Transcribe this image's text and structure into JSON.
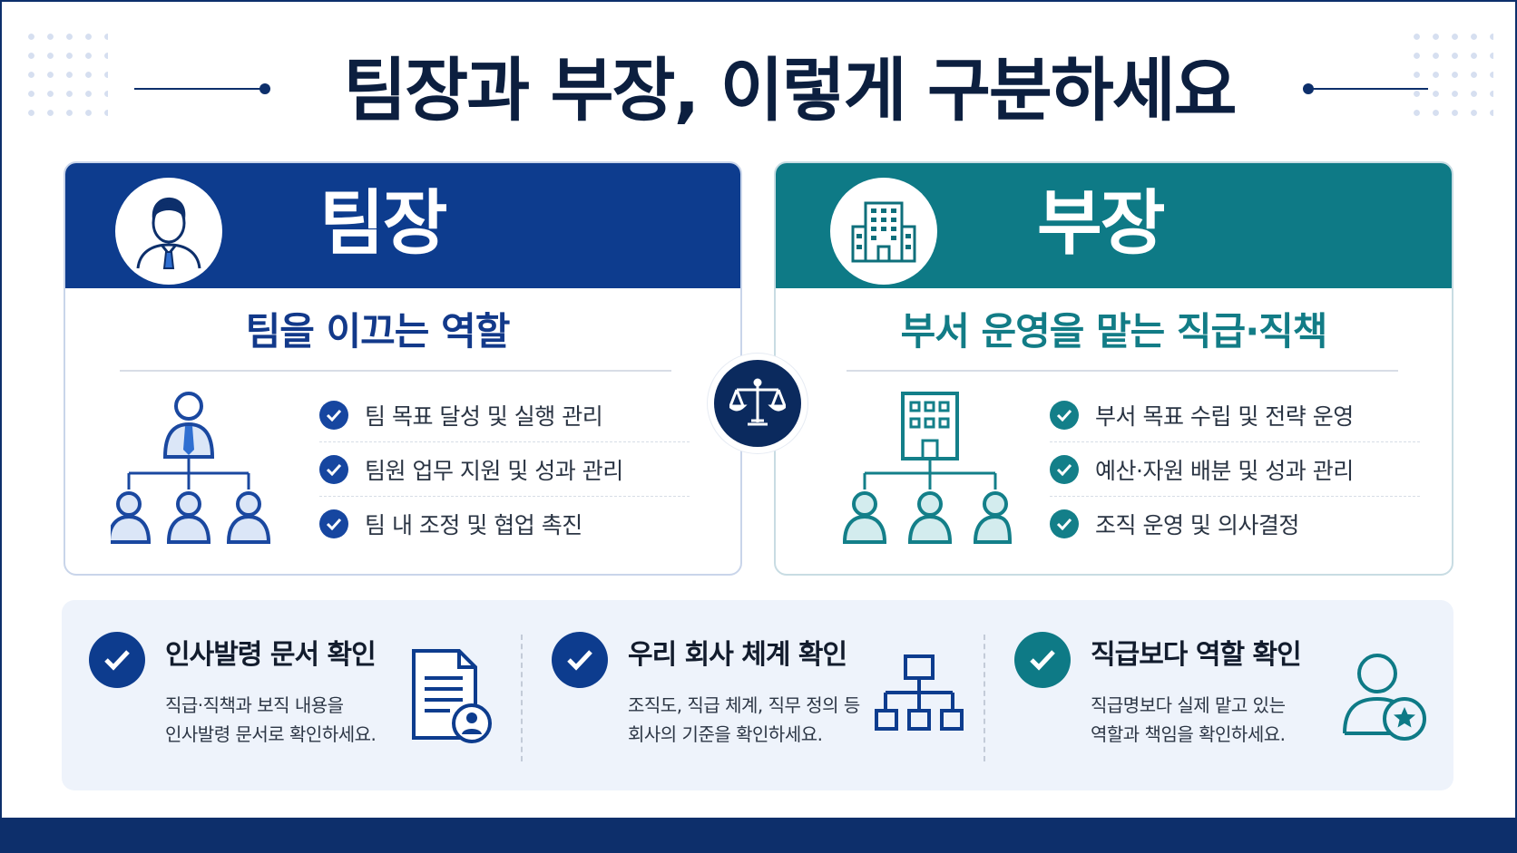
{
  "title": "팀장과 부장, 이렇게 구분하세요",
  "colors": {
    "navy": "#0d3c8e",
    "teal": "#0e7a86",
    "dark": "#0b2a5e"
  },
  "team_leader": {
    "heading": "팀장",
    "subtitle": "팀을 이끄는 역할",
    "items": [
      "팀 목표 달성 및 실행 관리",
      "팀원 업무 지원 및 성과 관리",
      "팀 내 조정 및 협업 촉진"
    ]
  },
  "department_head": {
    "heading": "부장",
    "subtitle": "부서 운영을 맡는 직급·직책",
    "items": [
      "부서 목표 수립 및 전략 운영",
      "예산·자원 배분 및 성과 관리",
      "조직 운영 및 의사결정"
    ]
  },
  "tips": [
    {
      "title": "인사발령 문서 확인",
      "desc": [
        "직급·직책과 보직 내용을",
        "인사발령 문서로 확인하세요."
      ],
      "icon": "document-person-icon"
    },
    {
      "title": "우리 회사 체계 확인",
      "desc": [
        "조직도, 직급 체계, 직무 정의 등",
        "회사의 기준을 확인하세요."
      ],
      "icon": "org-chart-icon"
    },
    {
      "title": "직급보다 역할 확인",
      "desc": [
        "직급명보다 실제 맡고 있는",
        "역할과 책임을 확인하세요."
      ],
      "icon": "person-star-icon"
    }
  ]
}
